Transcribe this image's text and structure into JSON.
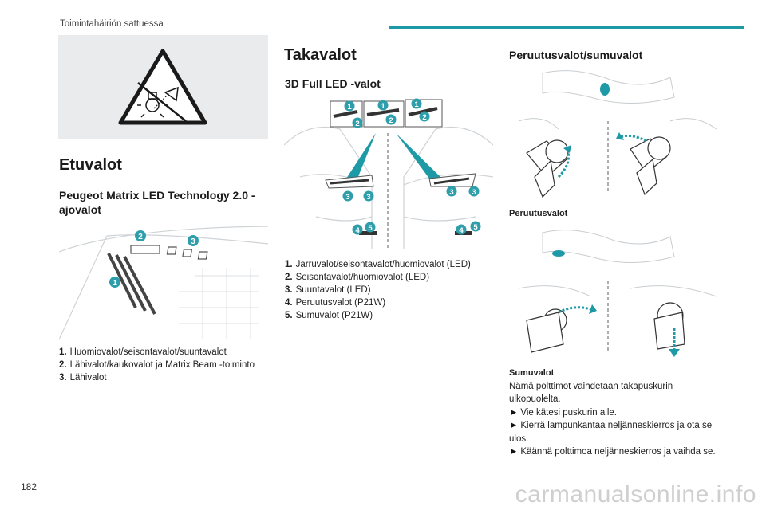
{
  "header": {
    "running_title": "Toimintahäiriön sattuessa",
    "accent_color": "#1e9aa6"
  },
  "footer": {
    "page_number": "182",
    "watermark": "carmanualsonline.info"
  },
  "warning_icon": "no-touch-hot-bulb-warning-icon",
  "front": {
    "heading": "Etuvalot",
    "subheading": "Peugeot Matrix LED Technology 2.0 -ajovalot",
    "callouts": [
      "1",
      "2",
      "3"
    ],
    "legend": [
      {
        "num": "1.",
        "text": "Huomiovalot/seisontavalot/suuntavalot"
      },
      {
        "num": "2.",
        "text": "Lähivalot/kaukovalot ja Matrix Beam -toiminto"
      },
      {
        "num": "3.",
        "text": "Lähivalot"
      }
    ]
  },
  "rear": {
    "heading": "Takavalot",
    "subheading": "3D Full LED -valot",
    "callouts": [
      "1",
      "2",
      "3",
      "4",
      "5"
    ],
    "legend": [
      {
        "num": "1.",
        "text": "Jarruvalot/seisontavalot/huomiovalot (LED)"
      },
      {
        "num": "2.",
        "text": "Seisontavalot/huomiovalot (LED)"
      },
      {
        "num": "3.",
        "text": "Suuntavalot (LED)"
      },
      {
        "num": "4.",
        "text": "Peruutusvalot (P21W)"
      },
      {
        "num": "5.",
        "text": "Sumuvalot (P21W)"
      }
    ]
  },
  "reverse_fog": {
    "heading": "Peruutusvalot/sumuvalot",
    "caption_reverse": "Peruutusvalot",
    "caption_fog": "Sumuvalot",
    "intro": "Nämä polttimot vaihdetaan takapuskurin ulkopuolelta.",
    "steps": [
      "Vie kätesi puskurin alle.",
      "Kierrä lampunkantaa neljänneskierros ja ota se ulos.",
      "Käännä polttimoa neljänneskierros ja vaihda se."
    ],
    "step_marker": "►"
  }
}
